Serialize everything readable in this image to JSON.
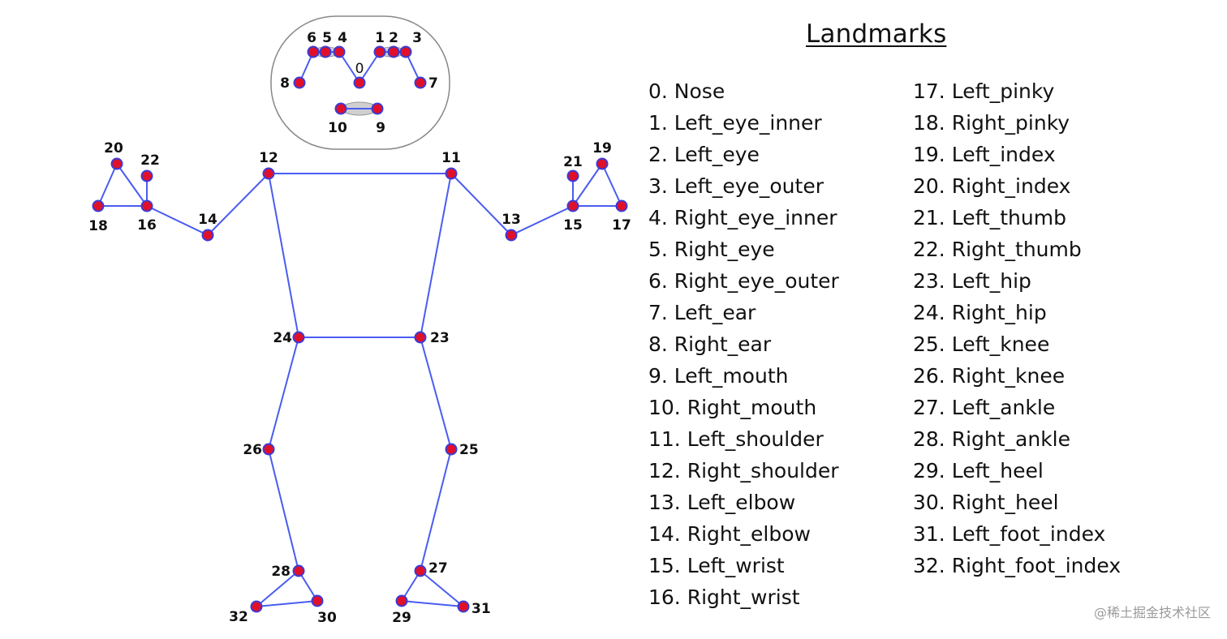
{
  "legend": {
    "title": "Landmarks",
    "left_column": [
      "0. Nose",
      "1. Left_eye_inner",
      "2. Left_eye",
      "3. Left_eye_outer",
      "4. Right_eye_inner",
      "5. Right_eye",
      "6. Right_eye_outer",
      "7. Left_ear",
      "8. Right_ear",
      "9. Left_mouth",
      "10. Right_mouth",
      "11. Left_shoulder",
      "12. Right_shoulder",
      "13. Left_elbow",
      "14. Right_elbow",
      "15. Left_wrist",
      "16. Right_wrist"
    ],
    "right_column": [
      "17. Left_pinky",
      "18. Right_pinky",
      "19. Left_index",
      "20. Right_index",
      "21. Left_thumb",
      "22. Right_thumb",
      "23. Left_hip",
      "24. Right_hip",
      "25. Left_knee",
      "26. Right_knee",
      "27. Left_ankle",
      "28. Right_ankle",
      "29. Left_heel",
      "30. Right_heel",
      "31. Left_foot_index",
      "32. Right_foot_index"
    ]
  },
  "skeleton": {
    "point_labels": [
      "0",
      "1",
      "2",
      "3",
      "4",
      "5",
      "6",
      "7",
      "8",
      "9",
      "10",
      "11",
      "12",
      "13",
      "14",
      "15",
      "16",
      "17",
      "18",
      "19",
      "20",
      "21",
      "22",
      "23",
      "24",
      "25",
      "26",
      "27",
      "28",
      "29",
      "30",
      "31",
      "32"
    ],
    "colors": {
      "point_fill": "#e0102a",
      "point_stroke": "#3b3bd6",
      "connection_line": "#4a5cf0",
      "head_outline": "#888888",
      "eye_mouth_fill": "#d0d0d0"
    }
  },
  "watermark": "@稀土掘金技术社区"
}
